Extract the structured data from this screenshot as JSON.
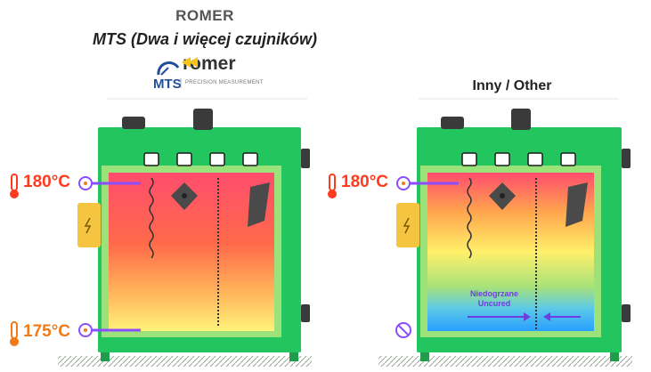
{
  "header": {
    "brand": "ROMER",
    "subtitle": "MTS (Dwa i więcej czujników)",
    "logo_text": "romer",
    "logo_mts": "MTS",
    "logo_tagline": "PRECISION MEASUREMENT"
  },
  "right_panel": {
    "title": "Inny / Other"
  },
  "left_oven": {
    "top_temp": "180°C",
    "bottom_temp": "175°C"
  },
  "right_oven": {
    "top_temp": "180°C",
    "uncured_label_pl": "Niedogrzane",
    "uncured_label_en": "Uncured"
  },
  "icons": [
    "thermometer-icon",
    "sensor-icon",
    "power-icon",
    "no-sensor-icon",
    "motor-icon"
  ],
  "colors": {
    "oven_green": "#22c55e",
    "hot": "#ff3b1f",
    "warm": "#f07b18",
    "sensor_line": "#8b4dff",
    "cold": "#2aa0ff"
  }
}
